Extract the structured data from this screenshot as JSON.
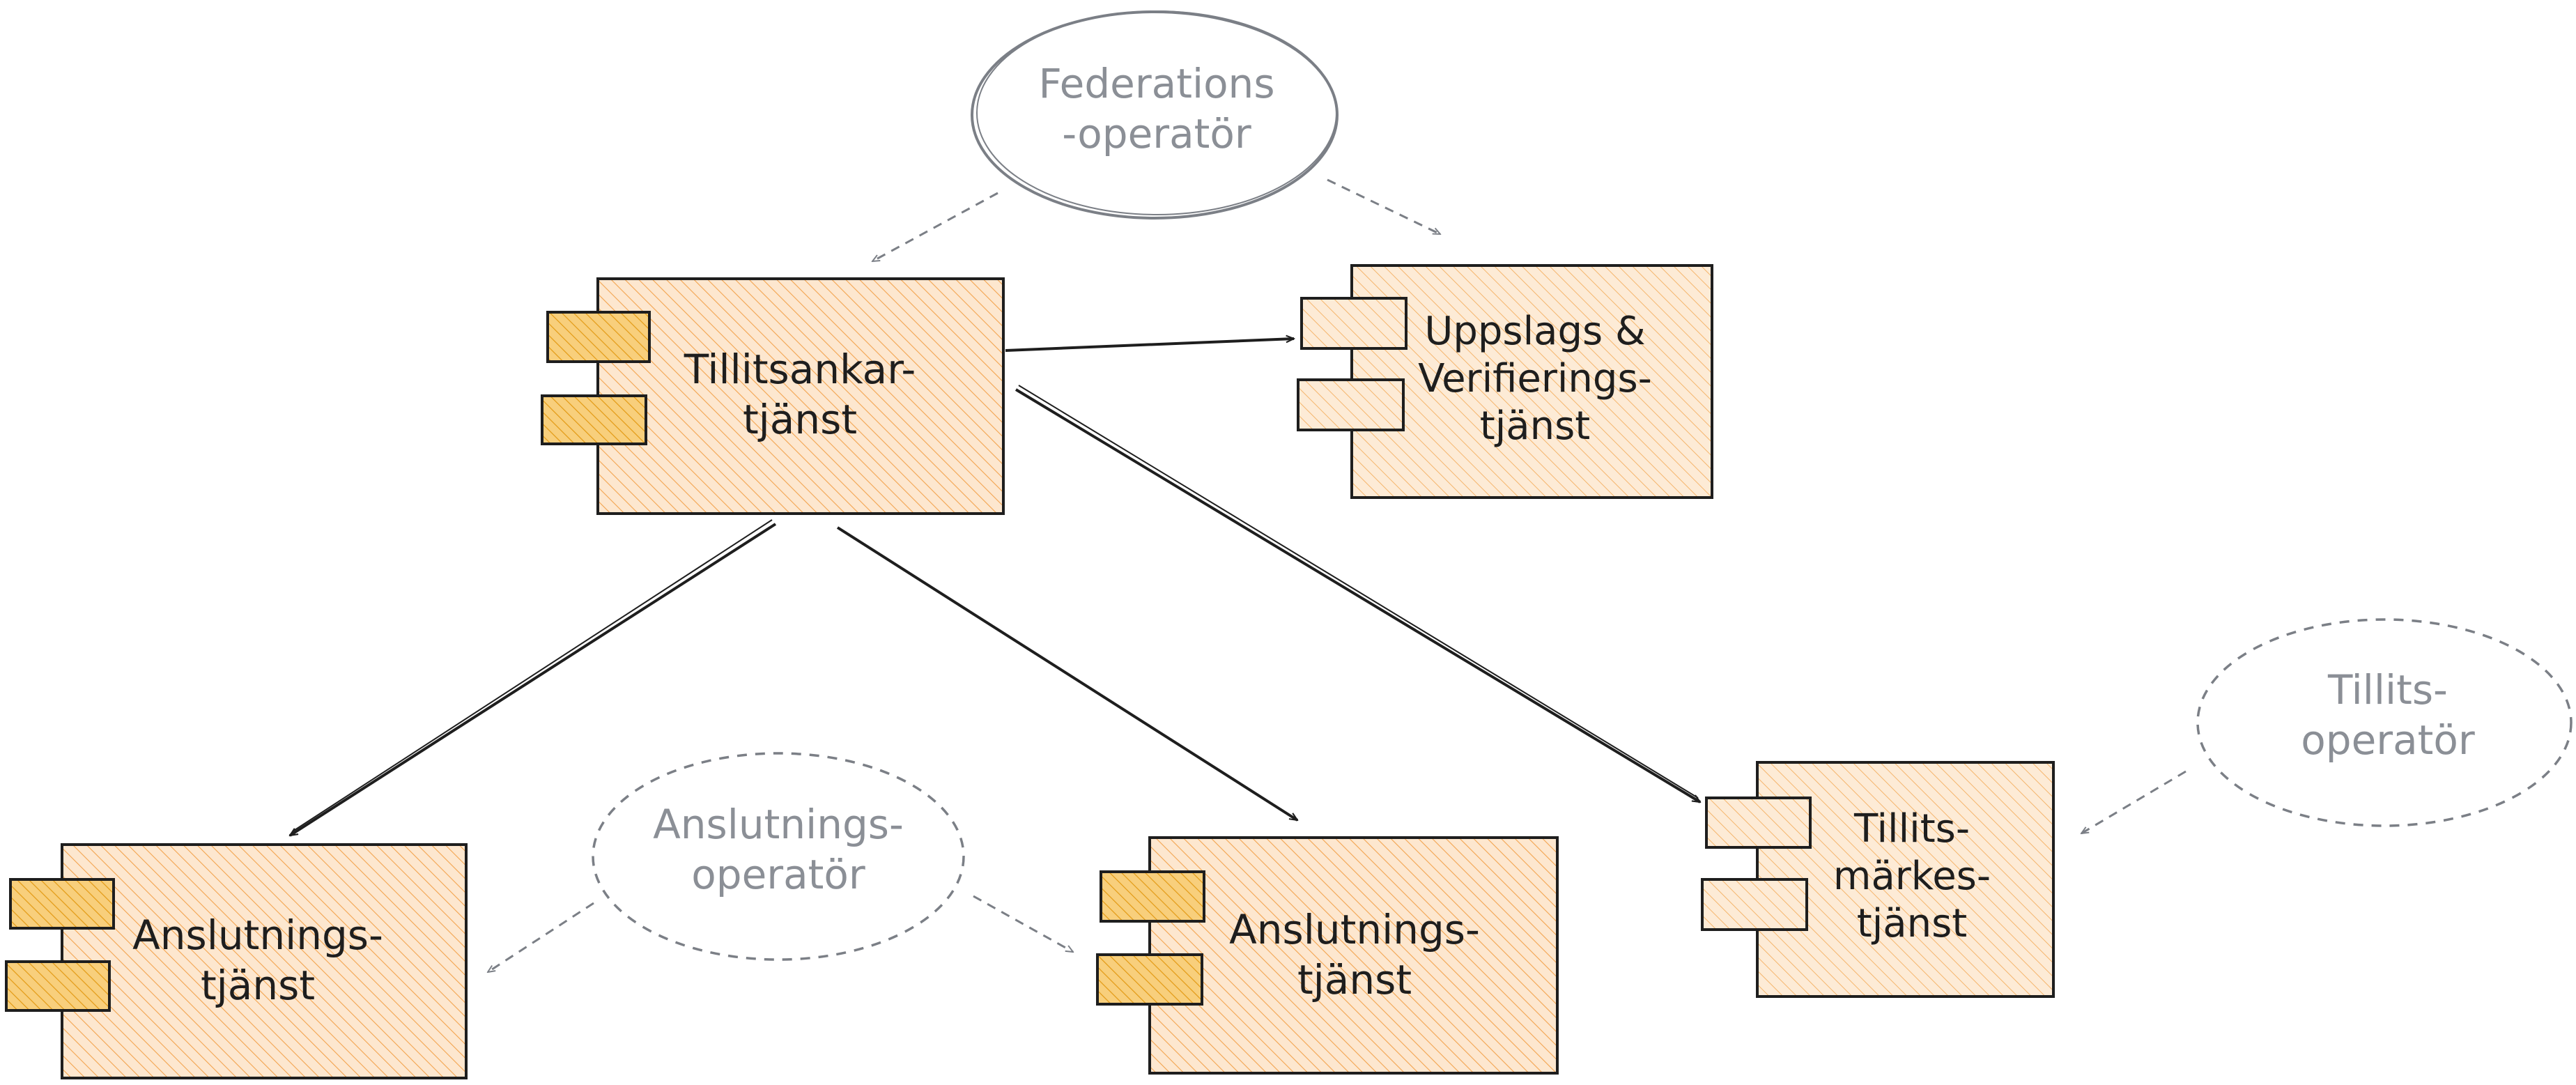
{
  "operators": {
    "federation": {
      "line1": "Federations",
      "line2": "-operatör"
    },
    "tillits": {
      "line1": "Tillits-",
      "line2": "operatör"
    },
    "anslutnings": {
      "line1": "Anslutnings-",
      "line2": "operatör"
    }
  },
  "components": {
    "tillitsankar": {
      "line1": "Tillitsankar-",
      "line2": "tjänst"
    },
    "uppslags": {
      "line1": "Uppslags &",
      "line2": "Verifierings-",
      "line3": "tjänst"
    },
    "tillitsmarkes": {
      "line1": "Tillits-",
      "line2": "märkes-",
      "line3": "tjänst"
    },
    "anslutnings_left": {
      "line1": "Anslutnings-",
      "line2": "tjänst"
    },
    "anslutnings_right": {
      "line1": "Anslutnings-",
      "line2": "tjänst"
    }
  },
  "colors": {
    "component_fill": "#fde2c4",
    "component_hatch": "#f3a44f",
    "port_fill": "#f7c46c",
    "port_hatch": "#e8a21c",
    "operator_stroke": "#7b7f86",
    "operator_text": "#8b8f96",
    "dashed_stroke": "#7b7f86",
    "solid_stroke": "#1e1e1e"
  }
}
